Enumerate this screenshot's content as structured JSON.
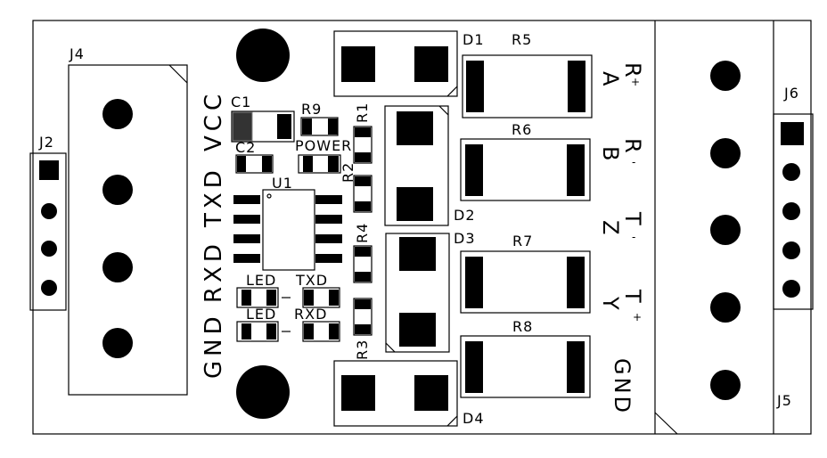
{
  "board": {
    "connectors": {
      "j2": "J2",
      "j4": "J4",
      "j5": "J5",
      "j6": "J6"
    },
    "diodes": {
      "d1": "D1",
      "d2": "D2",
      "d3": "D3",
      "d4": "D4"
    },
    "resistors": {
      "r1": "R1",
      "r2": "R2",
      "r3": "R3",
      "r4": "R4",
      "r5": "R5",
      "r6": "R6",
      "r7": "R7",
      "r8": "R8",
      "r9": "R9"
    },
    "capacitors": {
      "c1": "C1",
      "c2": "C2"
    },
    "ic": {
      "u1": "U1"
    },
    "indicators": {
      "power": "POWER",
      "led1": "LED",
      "txd": "TXD",
      "led2": "LED",
      "rxd": "RXD"
    },
    "left_pins": {
      "vcc": "VCC",
      "txd": "TXD",
      "rxd": "RXD",
      "gnd": "GND"
    },
    "right_pins": [
      {
        "main": "A",
        "sub": "R",
        "sign": "+"
      },
      {
        "main": "B",
        "sub": "R",
        "sign": "-"
      },
      {
        "main": "Z",
        "sub": "T",
        "sign": "-"
      },
      {
        "main": "Y",
        "sub": "T",
        "sign": "+"
      }
    ],
    "right_gnd": "GND"
  }
}
